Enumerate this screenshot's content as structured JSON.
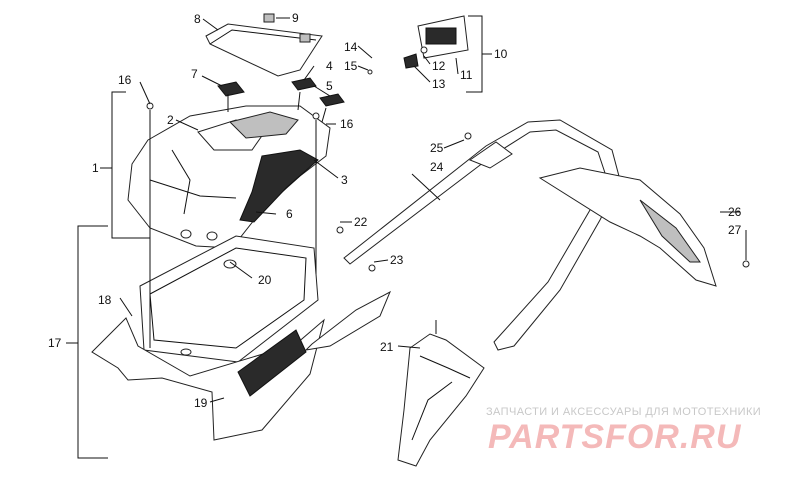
{
  "callouts": {
    "c1": "1",
    "c2": "2",
    "c3": "3",
    "c4": "4",
    "c5": "5",
    "c6": "6",
    "c7": "7",
    "c8": "8",
    "c9": "9",
    "c10": "10",
    "c11": "11",
    "c12": "12",
    "c13": "13",
    "c14": "14",
    "c15": "15",
    "c16a": "16",
    "c16b": "16",
    "c17": "17",
    "c18": "18",
    "c19": "19",
    "c20": "20",
    "c21": "21",
    "c22": "22",
    "c23": "23",
    "c24": "24",
    "c25": "25",
    "c26": "26",
    "c27": "27"
  },
  "watermark": {
    "caption": "ЗАПЧАСТИ И АКСЕССУАРЫ ДЛЯ МОТОТЕХНИКИ",
    "logo": "PARTSFOR.RU",
    "logo_color": "#f4b9b9"
  }
}
